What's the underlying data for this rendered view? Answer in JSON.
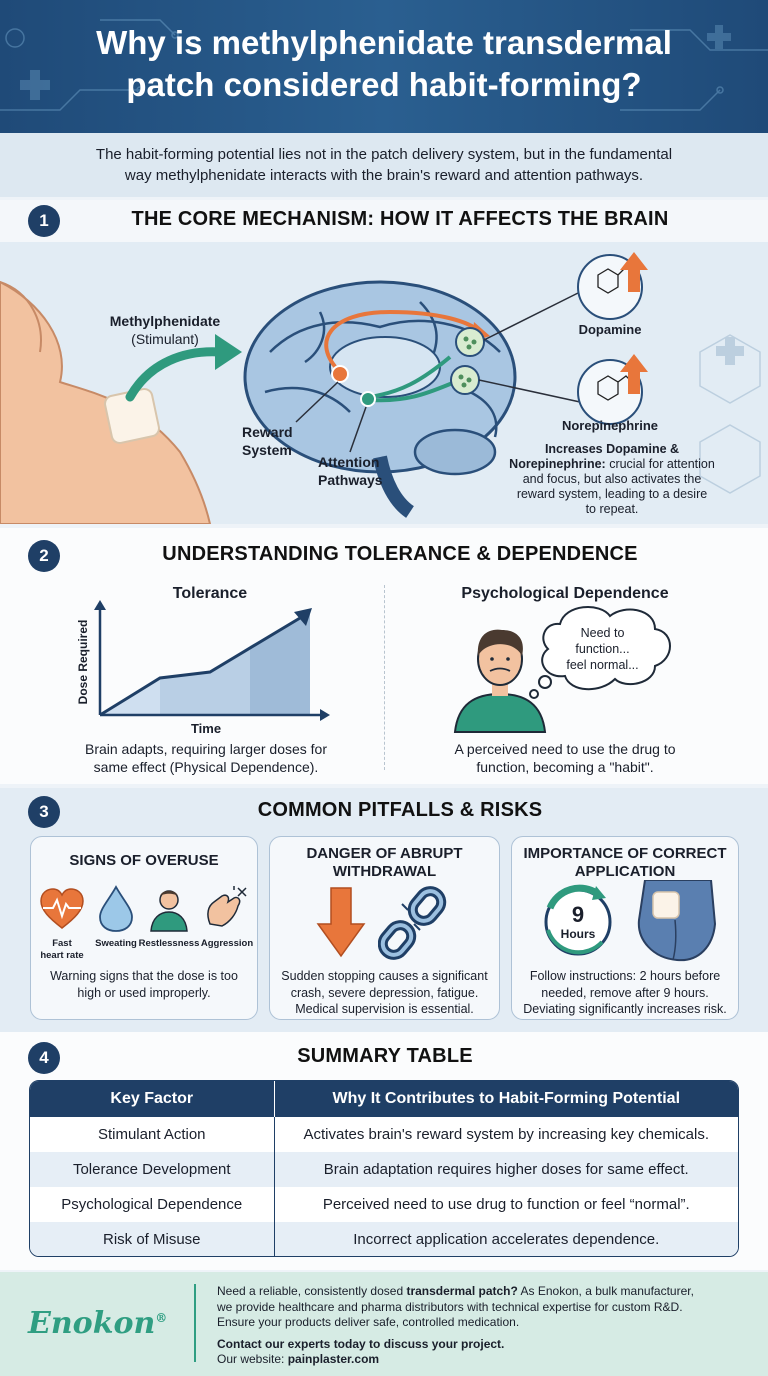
{
  "header": {
    "title_line1": "Why is methylphenidate transdermal",
    "title_line2": "patch considered habit-forming?"
  },
  "intro": {
    "line1": "The habit-forming potential lies not in the patch delivery system, but in the fundamental",
    "line2": "way methylphenidate interacts with the brain's reward and attention pathways."
  },
  "section1": {
    "number": "1",
    "title": "THE CORE MECHANISM: HOW IT AFFECTS THE BRAIN",
    "drug_label": "Methylphenidate",
    "drug_sub": "(Stimulant)",
    "reward_label_1": "Reward",
    "reward_label_2": "System",
    "attention_label_1": "Attention",
    "attention_label_2": "Pathways",
    "dopamine_label": "Dopamine",
    "norepinephrine_label": "Norepinephrine",
    "desc_bold_1": "Increases Dopamine &",
    "desc_bold_2": "Norepinephrine:",
    "desc_2_rest": " crucial for attention",
    "desc_3": "and focus, but also activates the",
    "desc_4": "reward system, leading to a desire",
    "desc_5": "to repeat."
  },
  "section2": {
    "number": "2",
    "title": "UNDERSTANDING TOLERANCE & DEPENDENCE",
    "tolerance_title": "Tolerance",
    "y_axis_label": "Dose Required",
    "x_axis_label": "Time",
    "tolerance_desc_1": "Brain adapts, requiring larger doses for",
    "tolerance_desc_2": "same effect (Physical Dependence).",
    "psych_title": "Psychological Dependence",
    "bubble_1": "Need to",
    "bubble_2": "function...",
    "bubble_3": "feel normal...",
    "psych_desc_1": "A perceived need to use the drug to",
    "psych_desc_2": "function, becoming a \"habit\"."
  },
  "section3": {
    "number": "3",
    "title": "COMMON PITFALLS & RISKS",
    "card1": {
      "title": "SIGNS OF OVERUSE",
      "sign1_1": "Fast",
      "sign1_2": "heart rate",
      "sign2": "Sweating",
      "sign3": "Restlessness",
      "sign4": "Aggression",
      "desc_1": "Warning signs that the dose is too",
      "desc_2": "high or used improperly."
    },
    "card2": {
      "title_1": "DANGER OF ABRUPT",
      "title_2": "WITHDRAWAL",
      "desc_1": "Sudden stopping causes a significant",
      "desc_2": "crash, severe depression, fatigue.",
      "desc_3": "Medical supervision is essential."
    },
    "card3": {
      "title_1": "IMPORTANCE OF CORRECT",
      "title_2": "APPLICATION",
      "clock_num": "9",
      "clock_unit": "Hours",
      "desc_1": "Follow instructions: 2 hours before",
      "desc_2": "needed, remove after 9 hours.",
      "desc_3": "Deviating significantly increases risk."
    }
  },
  "section4": {
    "number": "4",
    "title": "SUMMARY TABLE",
    "headers": [
      "Key Factor",
      "Why It Contributes to Habit-Forming Potential"
    ],
    "rows": [
      [
        "Stimulant Action",
        "Activates brain's reward system by increasing key chemicals."
      ],
      [
        "Tolerance Development",
        "Brain adaptation requires higher doses for same effect."
      ],
      [
        "Psychological Dependence",
        "Perceived need to use drug to function or feel “normal”."
      ],
      [
        "Risk of Misuse",
        "Incorrect application accelerates dependence."
      ]
    ]
  },
  "footer": {
    "brand": "Enokon",
    "reg": "®",
    "p1_a": "Need a reliable, consistently dosed ",
    "p1_b": "transdermal patch?",
    "p1_c": " As Enokon, a bulk manufacturer,",
    "p2": "we provide healthcare and pharma distributors with technical expertise for custom R&D.",
    "p3": "Ensure your products deliver safe, controlled medication.",
    "cta": "Contact our experts today to discuss your project.",
    "web_label": "Our website: ",
    "web_url": "painplaster.com"
  },
  "colors": {
    "navy": "#1f3f66",
    "orange": "#e8763b",
    "teal": "#2f9a7e",
    "footer_bg": "#d6ebe4",
    "brand": "#2f9e82"
  }
}
